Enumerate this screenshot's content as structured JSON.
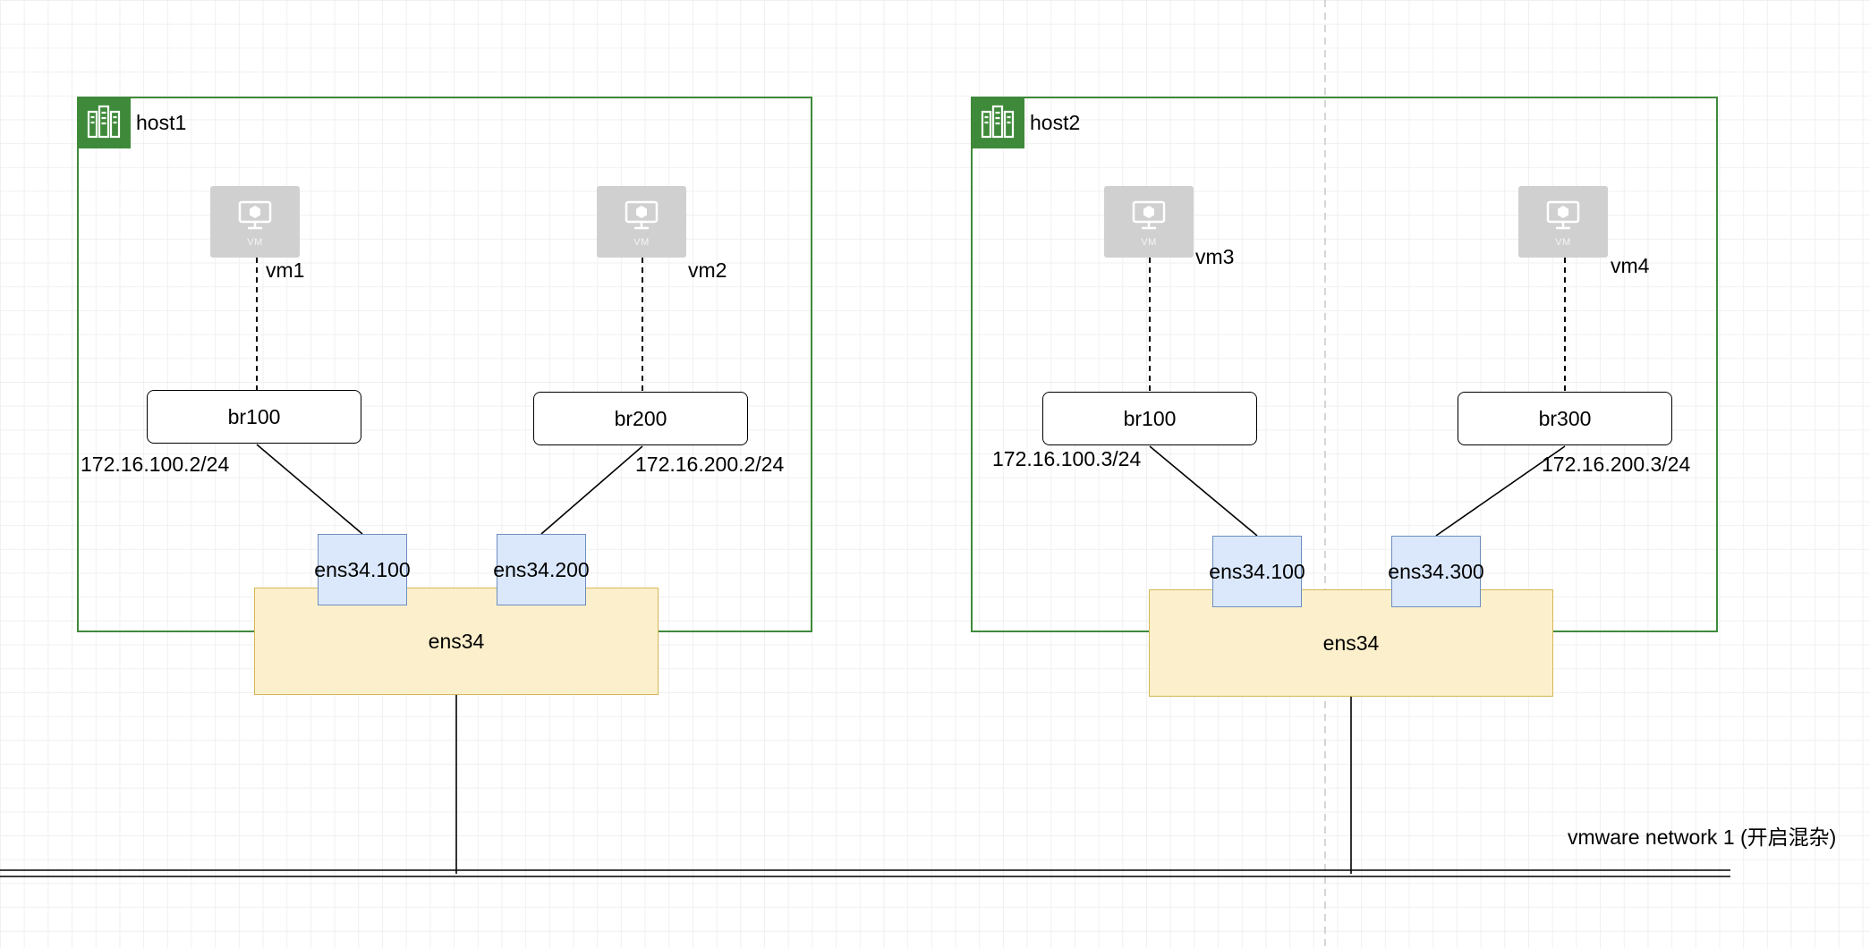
{
  "hosts": [
    {
      "label": "host1",
      "vms": [
        {
          "caption": "VM",
          "name": "vm1"
        },
        {
          "caption": "VM",
          "name": "vm2"
        }
      ],
      "bridges": [
        {
          "name": "br100",
          "ip": "172.16.100.2/24"
        },
        {
          "name": "br200",
          "ip": "172.16.200.2/24"
        }
      ],
      "nic": "ens34",
      "vlans": [
        "ens34.100",
        "ens34.200"
      ]
    },
    {
      "label": "host2",
      "vms": [
        {
          "caption": "VM",
          "name": "vm3"
        },
        {
          "caption": "VM",
          "name": "vm4"
        }
      ],
      "bridges": [
        {
          "name": "br100",
          "ip": "172.16.100.3/24"
        },
        {
          "name": "br300",
          "ip": "172.16.200.3/24"
        }
      ],
      "nic": "ens34",
      "vlans": [
        "ens34.100",
        "ens34.300"
      ]
    }
  ],
  "network_label": "vmware network 1 (开启混杂)",
  "colors": {
    "host_border": "#3f8a3a",
    "vm_fill": "#d0d0d0",
    "nic_fill": "#fcf0cc",
    "nic_border": "#d6b655",
    "vlan_fill": "#dbe8fb",
    "vlan_border": "#6c8ebf"
  },
  "icons": {
    "host": "server-rack-icon",
    "vm": "monitor-cube-icon"
  }
}
